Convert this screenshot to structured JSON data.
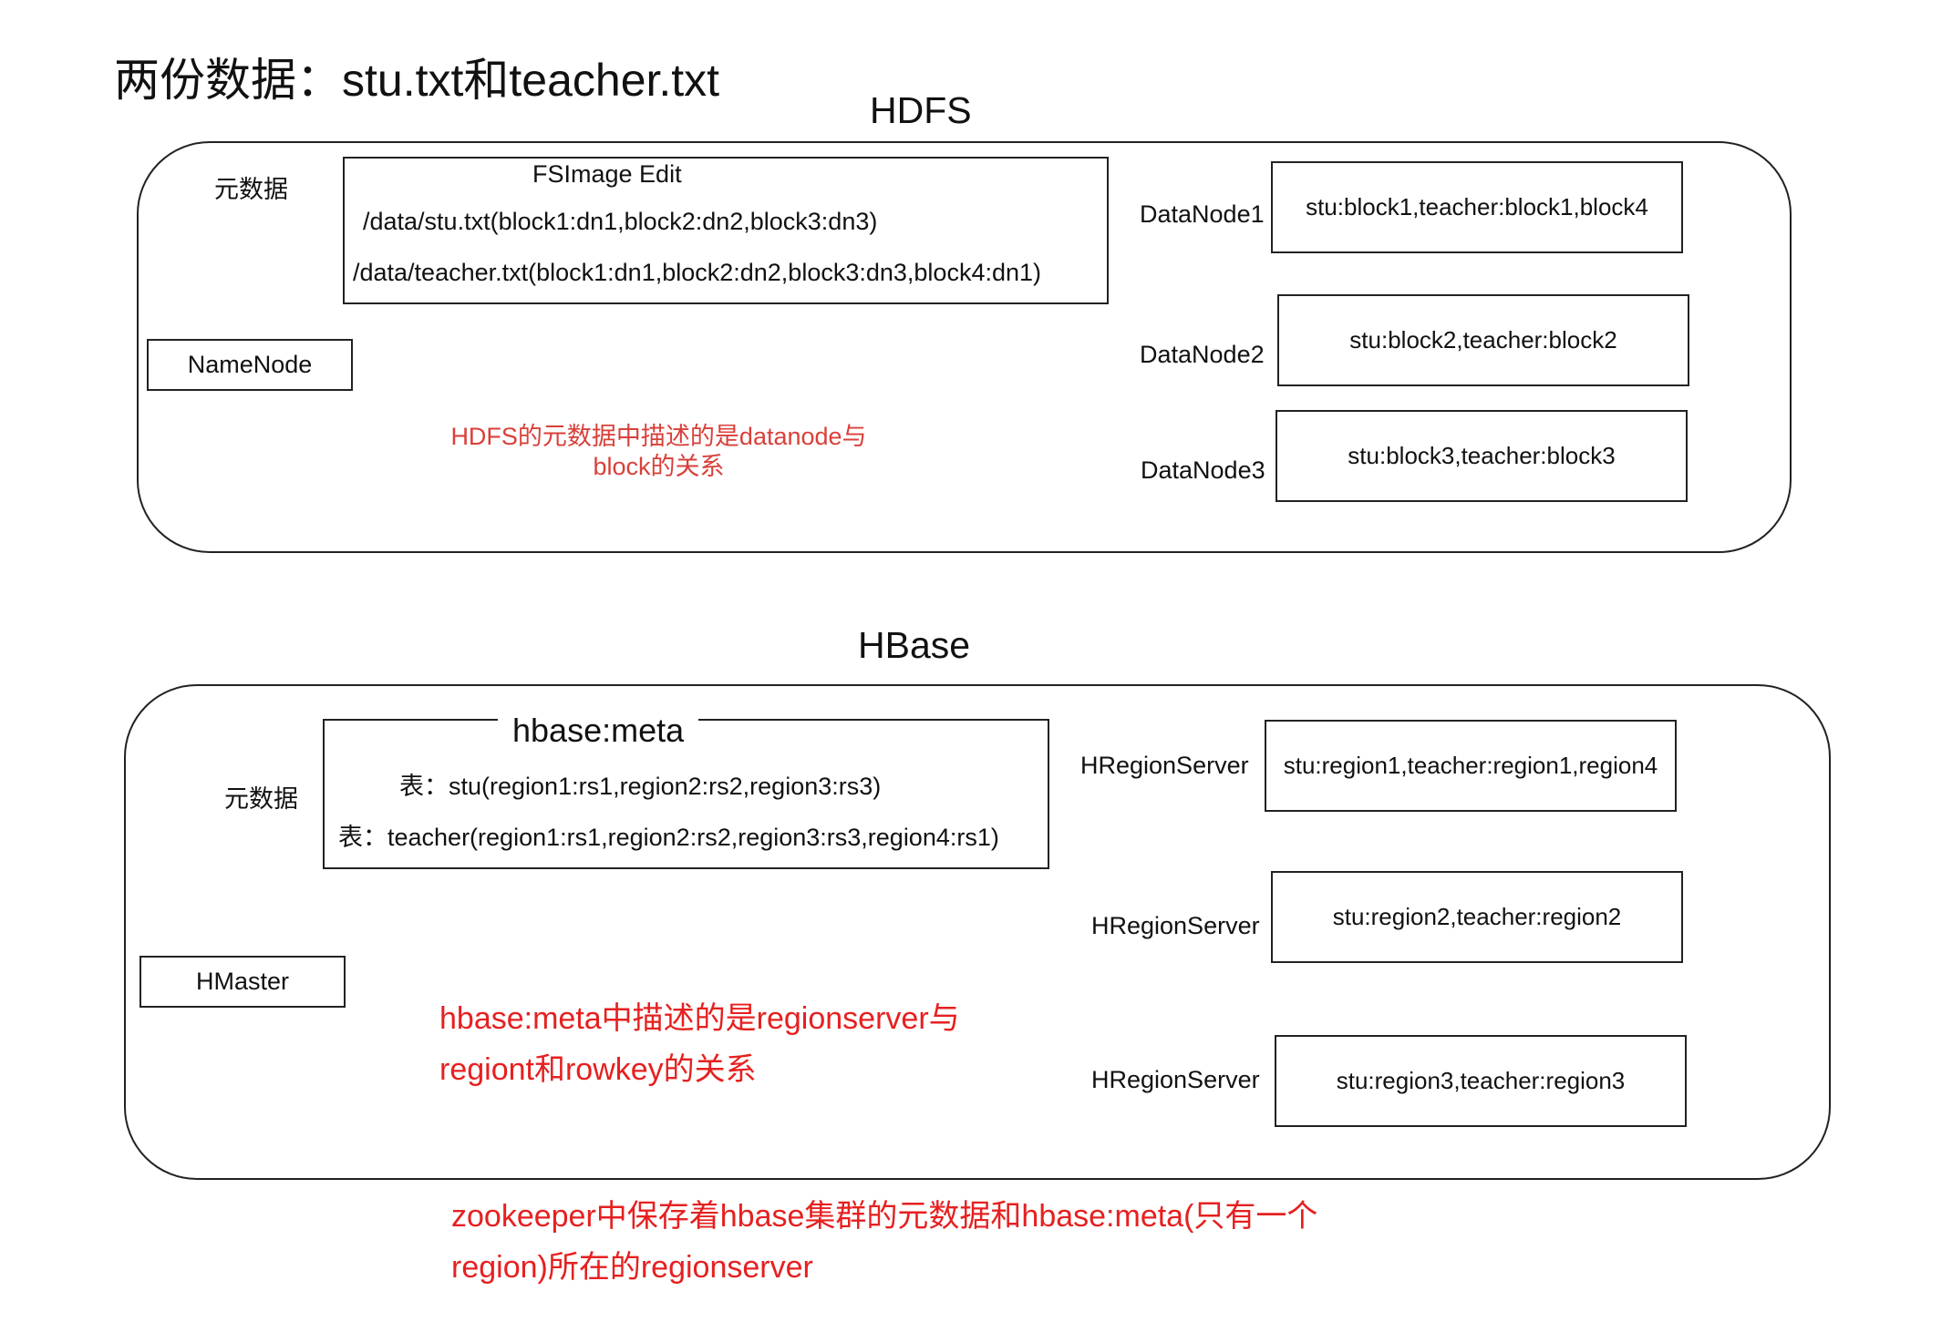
{
  "page_title": "两份数据：stu.txt和teacher.txt",
  "hdfs": {
    "title": "HDFS",
    "metadata_label": "元数据",
    "fsimage": {
      "header": "FSImage Edit",
      "lines": [
        "/data/stu.txt(block1:dn1,block2:dn2,block3:dn3)",
        "/data/teacher.txt(block1:dn1,block2:dn2,block3:dn3,block4:dn1)"
      ]
    },
    "namenode": "NameNode",
    "note_line1": "HDFS的元数据中描述的是datanode与",
    "note_line2": "block的关系",
    "datanodes": [
      {
        "label": "DataNode1",
        "content": "stu:block1,teacher:block1,block4"
      },
      {
        "label": "DataNode2",
        "content": "stu:block2,teacher:block2"
      },
      {
        "label": "DataNode3",
        "content": "stu:block3,teacher:block3"
      }
    ]
  },
  "hbase": {
    "title": "HBase",
    "metadata_label": "元数据",
    "meta": {
      "header": "hbase:meta",
      "lines": [
        "表：stu(region1:rs1,region2:rs2,region3:rs3)",
        "表：teacher(region1:rs1,region2:rs2,region3:rs3,region4:rs1)"
      ]
    },
    "hmaster": "HMaster",
    "note_line1": "hbase:meta中描述的是regionserver与",
    "note_line2": "regiont和rowkey的关系",
    "regionservers": [
      {
        "label": "HRegionServer",
        "content": "stu:region1,teacher:region1,region4"
      },
      {
        "label": "HRegionServer",
        "content": "stu:region2,teacher:region2"
      },
      {
        "label": "HRegionServer",
        "content": "stu:region3,teacher:region3"
      }
    ]
  },
  "zookeeper_note_line1": "zookeeper中保存着hbase集群的元数据和hbase:meta(只有一个",
  "zookeeper_note_line2": "region)所在的regionserver"
}
